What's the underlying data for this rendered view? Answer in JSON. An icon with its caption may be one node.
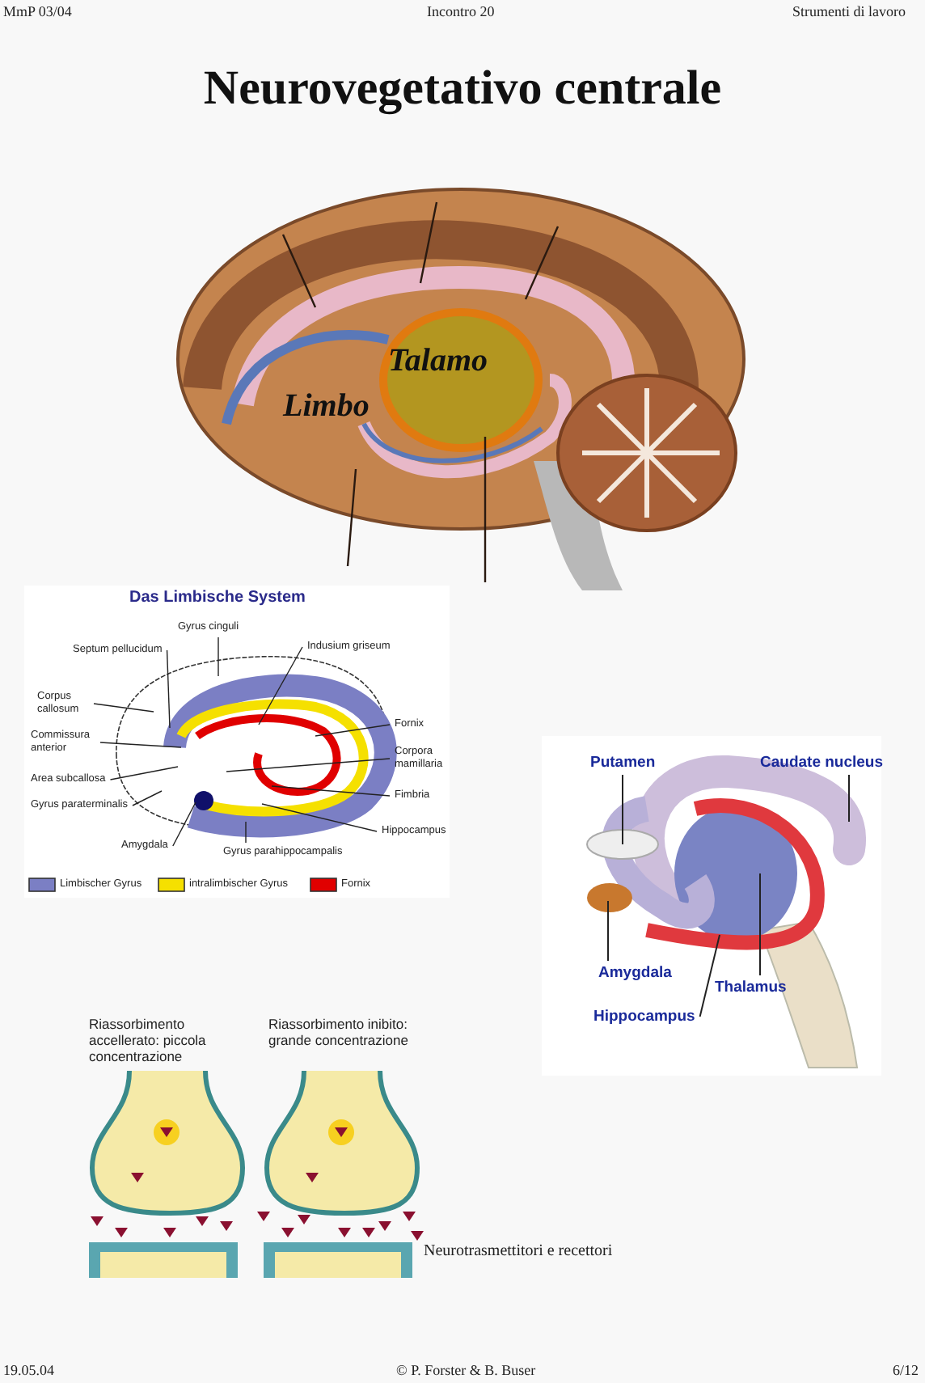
{
  "diagram": {
    "title": "Neurovegetativo centrale",
    "caption": "Neurotrasmettitori e recettori",
    "nodes": [
      {
        "text": [
          "Gyrus cinguli"
        ]
      },
      {
        "text": [
          "Septum pellucidum"
        ]
      },
      {
        "text": [
          "Indusium griseum"
        ]
      },
      {
        "text": [
          "Corpus callosum"
        ]
      },
      {
        "text": [
          "Fornix"
        ]
      },
      {
        "text": [
          "Commissura anterior"
        ]
      },
      {
        "text": [
          "Corpora mamillaria"
        ]
      },
      {
        "text": [
          "Area subcallosa"
        ]
      },
      {
        "text": [
          "Fimbria"
        ]
      },
      {
        "text": [
          "Gyrus paraterminalis"
        ]
      },
      {
        "text": [
          "Hippocampus"
        ]
      },
      {
        "text": [
          "Amygdala"
        ]
      },
      {
        "text": [
          "Gyrus parahippocampalis"
        ]
      },
      {
        "text": [
          "Putamen"
        ]
      },
      {
        "text": [
          "Caudate nucleus"
        ]
      },
      {
        "text": [
          "Amygdala"
        ]
      },
      {
        "text": [
          "Thalamus"
        ]
      },
      {
        "text": [
          "Hippocampus"
        ]
      }
    ],
    "edges": [
      {
        "from": 0,
        "to": null,
        "arrow": "none"
      },
      {
        "from": 1,
        "to": null,
        "arrow": "none"
      },
      {
        "from": 2,
        "to": null,
        "arrow": "none"
      },
      {
        "from": 3,
        "to": null,
        "arrow": "none"
      },
      {
        "from": 4,
        "to": null,
        "arrow": "none"
      },
      {
        "from": 5,
        "to": null,
        "arrow": "none"
      },
      {
        "from": 6,
        "to": null,
        "arrow": "none"
      },
      {
        "from": 7,
        "to": null,
        "arrow": "none"
      },
      {
        "from": 8,
        "to": null,
        "arrow": "none"
      },
      {
        "from": 9,
        "to": null,
        "arrow": "none"
      },
      {
        "from": 10,
        "to": null,
        "arrow": "none"
      },
      {
        "from": 11,
        "to": null,
        "arrow": "none"
      },
      {
        "from": 12,
        "to": null,
        "arrow": "none"
      },
      {
        "from": 13,
        "to": null,
        "arrow": "none"
      },
      {
        "from": 14,
        "to": null,
        "arrow": "none"
      },
      {
        "from": 15,
        "to": null,
        "arrow": "none"
      },
      {
        "from": 16,
        "to": null,
        "arrow": "none"
      },
      {
        "from": 17,
        "to": null,
        "arrow": "none"
      }
    ],
    "labels": [
      "MmP 03/04",
      "Incontro 20",
      "Strumenti di lavoro",
      "Talamo",
      "Limbo",
      "Das Limbische System",
      "Riassorbimento accellerato: piccola concentrazione",
      "Riassorbimento inibito: grande concentrazione",
      "19.05.04",
      "© P. Forster & B. Buser",
      "6/12"
    ],
    "legend": [
      {
        "text": "Limbischer Gyrus",
        "color": "#7b7fc4"
      },
      {
        "text": "intralimbischer Gyrus",
        "color": "#f5e000"
      },
      {
        "text": "Fornix",
        "color": "#e00000"
      }
    ]
  }
}
